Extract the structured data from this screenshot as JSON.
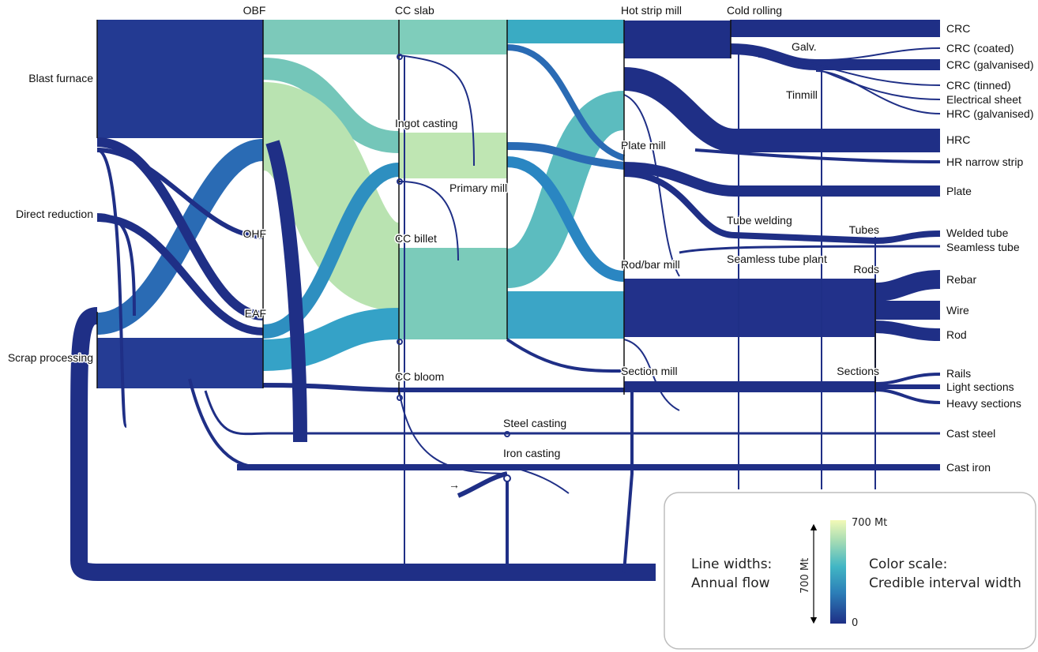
{
  "colors": {
    "c0": "#253494",
    "c1": "#2c7fb8",
    "c2": "#41b6c4",
    "c3": "#7fcdbb",
    "c4": "#c7e9b4",
    "c5": "#edf8b1",
    "dark": "#1e2f86"
  },
  "nodes": {
    "blast_furnace": "Blast furnace",
    "direct_reduction": "Direct reduction",
    "scrap_processing": "Scrap processing",
    "obf": "OBF",
    "ohf": "OHF",
    "eaf": "EAF",
    "cc_slab": "CC slab",
    "ingot_casting": "Ingot casting",
    "primary_mill": "Primary mill",
    "cc_billet": "CC billet",
    "cc_bloom": "CC bloom",
    "steel_casting": "Steel casting",
    "iron_casting": "Iron casting",
    "hot_strip_mill": "Hot strip mill",
    "plate_mill": "Plate mill",
    "rod_bar_mill": "Rod/bar mill",
    "section_mill": "Section mill",
    "cold_rolling": "Cold rolling",
    "galv": "Galv.",
    "tinmill": "Tinmill",
    "tube_welding": "Tube welding",
    "seamless_tube_plant": "Seamless tube plant",
    "tubes": "Tubes",
    "rods": "Rods",
    "sections": "Sections"
  },
  "products": {
    "crc": "CRC",
    "crc_coated": "CRC (coated)",
    "crc_galvanised": "CRC (galvanised)",
    "crc_tinned": "CRC (tinned)",
    "electrical_sheet": "Electrical sheet",
    "hrc_galvanised": "HRC (galvanised)",
    "hrc": "HRC",
    "hr_narrow_strip": "HR narrow strip",
    "plate": "Plate",
    "welded_tube": "Welded tube",
    "seamless_tube": "Seamless tube",
    "rebar": "Rebar",
    "wire": "Wire",
    "rod": "Rod",
    "rails": "Rails",
    "light_sections": "Light sections",
    "heavy_sections": "Heavy sections",
    "cast_steel": "Cast steel",
    "cast_iron": "Cast iron"
  },
  "input_arrow": "→",
  "legend": {
    "widths_title": "Line widths:",
    "widths_sub": "Annual flow",
    "scale_label": "700 Mt",
    "color_title": "Color scale:",
    "color_sub": "Credible interval width",
    "max_label": "700 Mt",
    "min_label": "0"
  }
}
